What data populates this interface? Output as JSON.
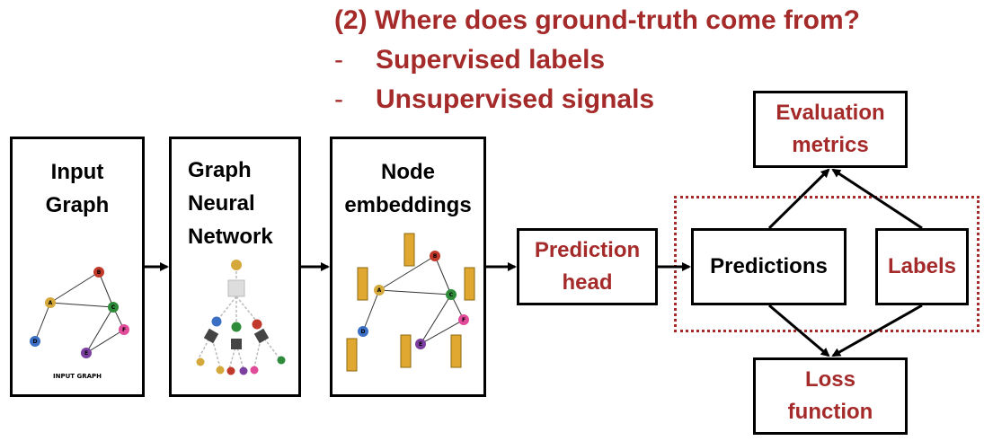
{
  "heading": {
    "title": "(2) Where does ground-truth come from?",
    "bullets": [
      {
        "dash": "-",
        "text": "Supervised labels"
      },
      {
        "dash": "-",
        "text": "Unsupervised signals"
      }
    ]
  },
  "boxes": {
    "input_graph": {
      "line1": "Input",
      "line2": "Graph",
      "caption": "INPUT GRAPH"
    },
    "gnn": {
      "line1": "Graph",
      "line2": "Neural",
      "line3": "Network"
    },
    "node_embeddings": {
      "line1": "Node",
      "line2": "embeddings"
    },
    "prediction_head": {
      "line1": "Prediction",
      "line2": "head"
    },
    "predictions": {
      "label": "Predictions"
    },
    "labels": {
      "label": "Labels"
    },
    "evaluation_metrics": {
      "line1": "Evaluation",
      "line2": "metrics"
    },
    "loss_function": {
      "line1": "Loss",
      "line2": "function"
    }
  },
  "graph_nodes": [
    "A",
    "B",
    "C",
    "D",
    "E",
    "F"
  ],
  "colors": {
    "accent_red": "#a52a2a",
    "node_A": "#d4a83a",
    "node_B": "#c0392b",
    "node_C": "#2e8b3a",
    "node_D": "#3a6fc4",
    "node_E": "#7b3fa0",
    "node_F": "#e04c9a",
    "embedding_bar": "#e0a830"
  }
}
